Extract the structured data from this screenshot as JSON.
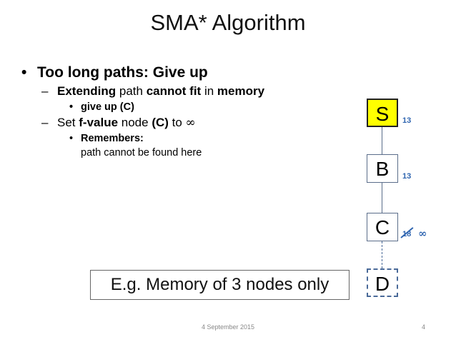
{
  "title": "SMA* Algorithm",
  "bullets": {
    "b1": {
      "marker": "•",
      "text": "Too long paths: Give up"
    },
    "b1a": {
      "marker": "–",
      "bold1": "Extending",
      "t1": " path ",
      "bold2": "cannot fit",
      "t2": " in ",
      "bold3": "memory"
    },
    "b1a_i": {
      "marker": "•",
      "text": "give up (C)"
    },
    "b1b": {
      "marker": "–",
      "t1": "Set ",
      "bold1": "f-value",
      "t2": " node ",
      "bold2": "(C)",
      "t3": " to ",
      "inf": "∞"
    },
    "b1b_i": {
      "marker": "•",
      "bold": "Remembers:",
      "text": "path cannot be found here"
    }
  },
  "tree": {
    "nodes": [
      {
        "label": "S",
        "fvalue": "13"
      },
      {
        "label": "B",
        "fvalue": "13"
      },
      {
        "label": "C",
        "fvalue_struck": "18",
        "fvalue_new": "∞"
      },
      {
        "label": "D"
      }
    ]
  },
  "example_box": "E.g. Memory of 3 nodes only",
  "footer": {
    "date": "4 September 2015",
    "page": "4"
  },
  "colors": {
    "start_node": "#ffff00",
    "fvalue": "#2f65b0",
    "node_border": "#5a6d8a"
  }
}
